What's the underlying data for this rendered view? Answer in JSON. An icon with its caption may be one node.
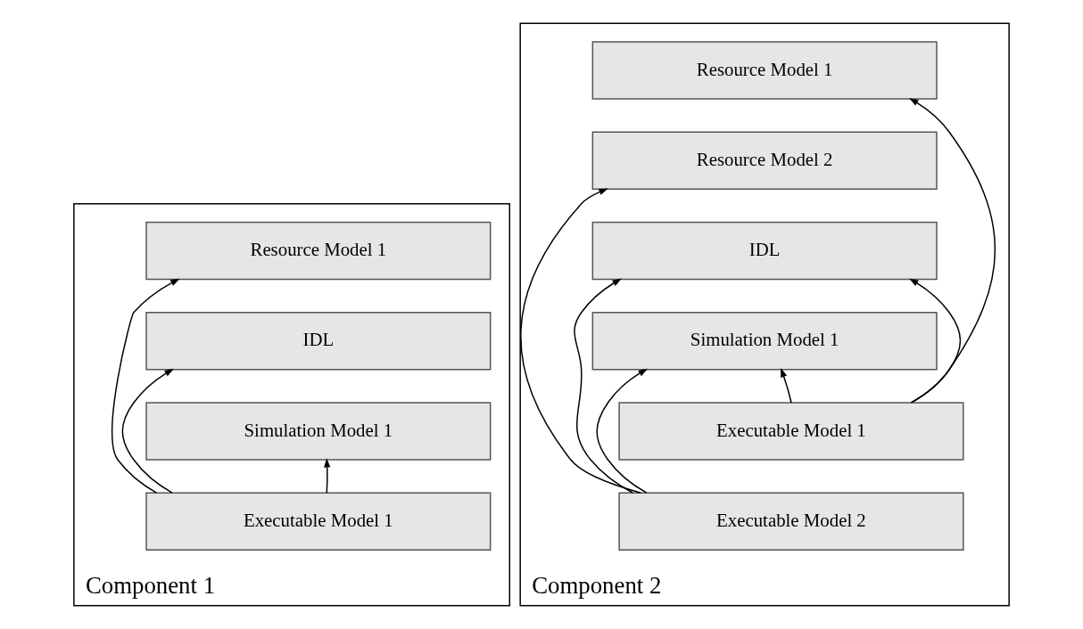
{
  "diagram": {
    "nodes": [
      {
        "text": [
          "Component 1"
        ]
      },
      {
        "text": [
          "Resource Model 1"
        ],
        "in": 0
      },
      {
        "text": [
          "IDL"
        ],
        "in": 0
      },
      {
        "text": [
          "Simulation Model 1"
        ],
        "in": 0
      },
      {
        "text": [
          "Executable Model 1"
        ],
        "in": 0
      },
      {
        "text": [
          "Component 2"
        ]
      },
      {
        "text": [
          "Resource Model 1"
        ],
        "in": 5
      },
      {
        "text": [
          "Resource Model 2"
        ],
        "in": 5
      },
      {
        "text": [
          "IDL"
        ],
        "in": 5
      },
      {
        "text": [
          "Simulation Model 1"
        ],
        "in": 5
      },
      {
        "text": [
          "Executable Model 1"
        ],
        "in": 5
      },
      {
        "text": [
          "Executable Model 2"
        ],
        "in": 5
      }
    ],
    "edges": [
      {
        "from": 4,
        "to": 3,
        "arrow": "to"
      },
      {
        "from": 4,
        "to": 2,
        "arrow": "to"
      },
      {
        "from": 4,
        "to": 1,
        "arrow": "to"
      },
      {
        "from": 11,
        "to": 7,
        "arrow": "to"
      },
      {
        "from": 11,
        "to": 8,
        "arrow": "to"
      },
      {
        "from": 11,
        "to": 9,
        "arrow": "to"
      },
      {
        "from": 10,
        "to": 9,
        "arrow": "to"
      },
      {
        "from": 10,
        "to": 8,
        "arrow": "to"
      },
      {
        "from": 10,
        "to": 6,
        "arrow": "to"
      }
    ]
  }
}
